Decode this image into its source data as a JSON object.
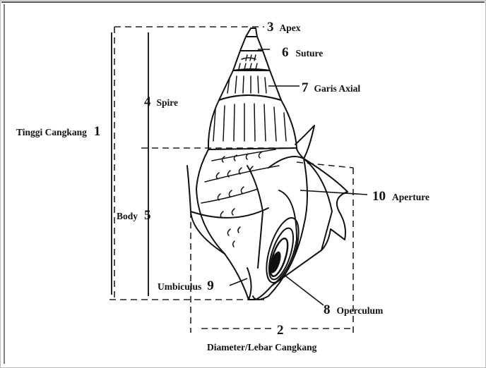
{
  "diagram": {
    "labels": {
      "apex": {
        "num": "3",
        "text": "Apex"
      },
      "suture": {
        "num": "6",
        "text": "Suture"
      },
      "axial": {
        "num": "7",
        "text": "Garis Axial"
      },
      "spire": {
        "num": "4",
        "text": "Spire"
      },
      "height": {
        "num": "1",
        "text": "Tinggi Cangkang"
      },
      "body": {
        "num": "5",
        "text": "Body"
      },
      "aperture": {
        "num": "10",
        "text": "Aperture"
      },
      "umbilicus": {
        "num": "9",
        "text": "Umbiculus"
      },
      "operculum": {
        "num": "8",
        "text": "Operculum"
      },
      "diameter": {
        "num": "2",
        "text": "Diameter/Lebar Cangkang"
      }
    }
  }
}
